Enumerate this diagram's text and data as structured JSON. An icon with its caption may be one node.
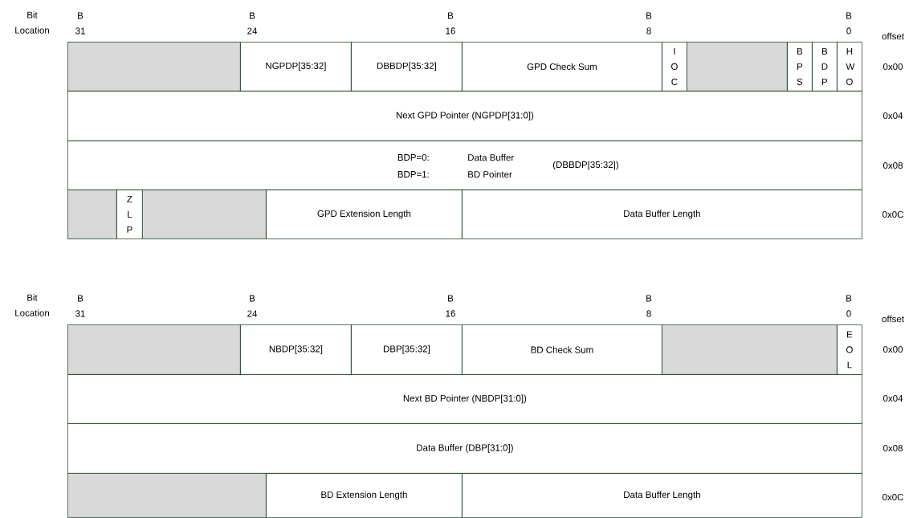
{
  "diagram": {
    "nodes": [
      {
        "text": [],
        "shape": "box"
      },
      {
        "text": [
          "NGPDP[35:32]"
        ]
      },
      {
        "text": [
          "DBBDP[35:32]"
        ]
      },
      {
        "text": [
          "GPD Check Sum"
        ]
      },
      {
        "text": [
          "I O C"
        ]
      },
      {
        "text": [],
        "shape": "box"
      },
      {
        "text": [
          "B P S"
        ]
      },
      {
        "text": [
          "B D P"
        ]
      },
      {
        "text": [
          "H W O"
        ]
      },
      {
        "text": [
          "Next GPD Pointer (NGPDP[31:0])"
        ]
      },
      {
        "text": [
          "BDP=0:",
          "BDP=1:",
          "Data Buffer",
          "BD Pointer",
          "(DBBDP[35:32])"
        ]
      },
      {
        "text": [],
        "shape": "box"
      },
      {
        "text": [
          "Z L P"
        ]
      },
      {
        "text": [],
        "shape": "box"
      },
      {
        "text": [
          "GPD Extension Length"
        ]
      },
      {
        "text": [
          "Data Buffer Length"
        ]
      },
      {
        "text": [],
        "shape": "box"
      },
      {
        "text": [
          "NBDP[35:32]"
        ]
      },
      {
        "text": [
          "DBP[35:32]"
        ]
      },
      {
        "text": [
          "BD Check Sum"
        ]
      },
      {
        "text": [],
        "shape": "box"
      },
      {
        "text": [
          "E O L"
        ]
      },
      {
        "text": [
          "Next BD Pointer (NBDP[31:0])"
        ]
      },
      {
        "text": [
          "Data Buffer (DBP[31:0])"
        ]
      },
      {
        "text": [],
        "shape": "box"
      },
      {
        "text": [
          "BD Extension Length"
        ]
      },
      {
        "text": [
          "Data Buffer Length"
        ]
      }
    ],
    "labels": [
      "Bit Location",
      "B 31",
      "B 24",
      "B 16",
      "B 8",
      "B 0",
      "offset",
      "0x00",
      "0x04",
      "0x08",
      "0x0C",
      "Bit Location",
      "B 31",
      "B 24",
      "B 16",
      "B 8",
      "B 0",
      "offset",
      "0x00",
      "0x04",
      "0x08",
      "0x0C"
    ]
  }
}
